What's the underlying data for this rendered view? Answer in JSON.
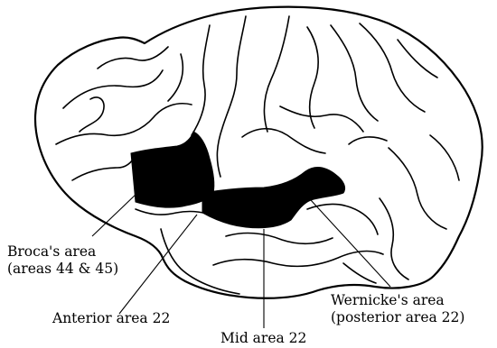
{
  "labels": {
    "broca": {
      "line1": "Broca's area",
      "line2": "(areas 44 & 45)"
    },
    "anterior": "Anterior area 22",
    "mid": "Mid area 22",
    "wernicke": {
      "line1": "Wernicke's area",
      "line2": "(posterior area 22)"
    }
  },
  "colors": {
    "ink": "#000000",
    "background": "#ffffff"
  }
}
